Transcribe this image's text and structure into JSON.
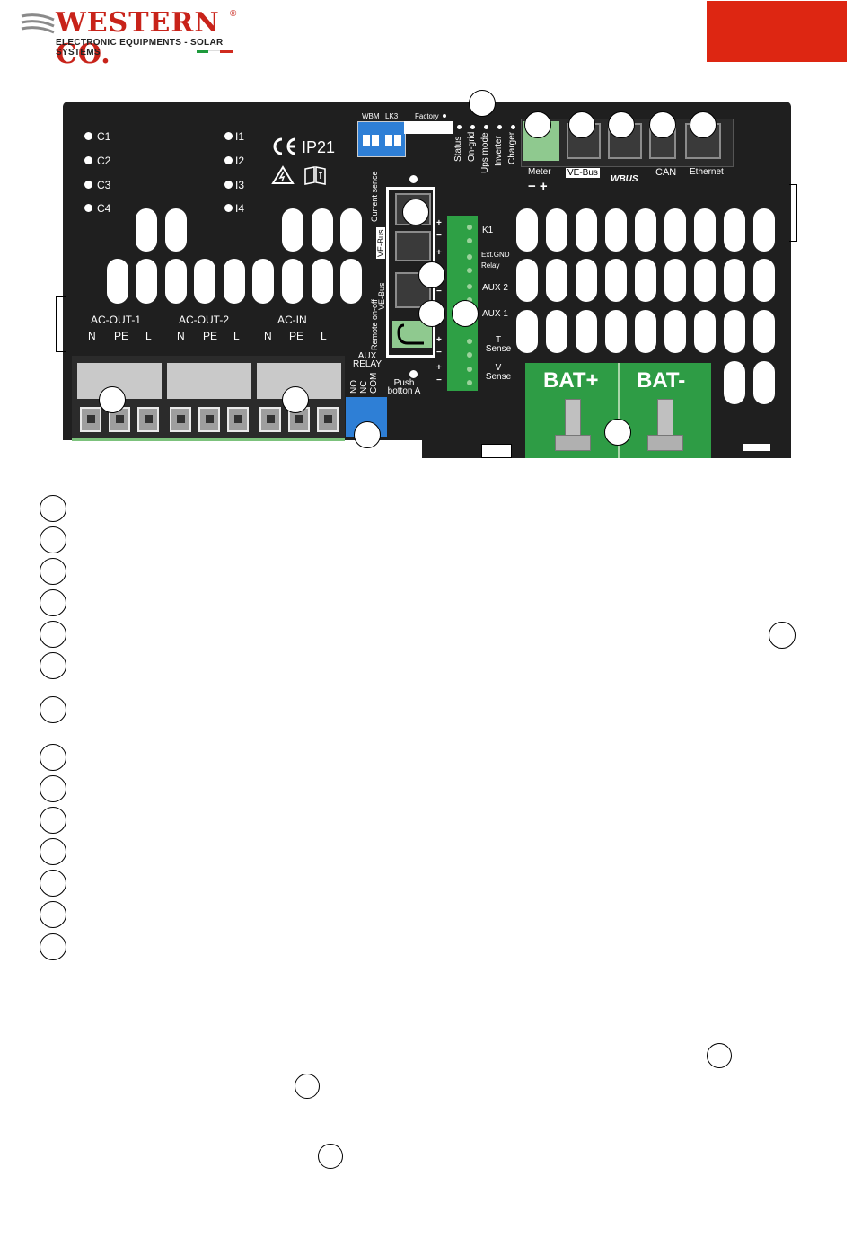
{
  "header": {
    "brand": "WESTERN CO.",
    "registered": "®",
    "tagline": "ELECTRONIC EQUIPMENTS - SOLAR SYSTEMS",
    "badge_color": "#dd2612",
    "brand_color": "#c8231a"
  },
  "board": {
    "inputs_left": [
      "C1",
      "C2",
      "C3",
      "C4"
    ],
    "inputs_right": [
      "I1",
      "I2",
      "I3",
      "I4"
    ],
    "certification": "IP21",
    "dip_labels": [
      "WBM",
      "LK3",
      "Factory"
    ],
    "status_leds": [
      "Status",
      "On-grid",
      "Ups mode",
      "Inverter",
      "Charger"
    ],
    "ports": [
      "Meter",
      "VE-Bus",
      "WBUS",
      "CAN",
      "Ethernet"
    ],
    "meter_polarity": "− +",
    "left_column": [
      "Current sence",
      "VE-Bus",
      "VE-Bus",
      "Remote on-off"
    ],
    "aux_relay": "AUX RELAY",
    "relay_contacts": [
      "NO",
      "NC",
      "COM"
    ],
    "push_button": "Push botton A",
    "terminal_labels": [
      "K1",
      "Ext.GND Relay",
      "AUX 2",
      "AUX 1",
      "T Sense",
      "V Sense"
    ],
    "ac_groups": [
      "AC-OUT-1",
      "AC-OUT-2",
      "AC-IN"
    ],
    "ac_pins": [
      "N",
      "PE",
      "L"
    ],
    "battery": [
      "BAT+",
      "BAT-"
    ],
    "board_color": "#1f1f1f",
    "terminal_green": "#2ea045"
  },
  "icons": [
    "ce-mark-icon",
    "warning-triangle-icon",
    "manual-book-icon",
    "callout-circle-icon"
  ]
}
